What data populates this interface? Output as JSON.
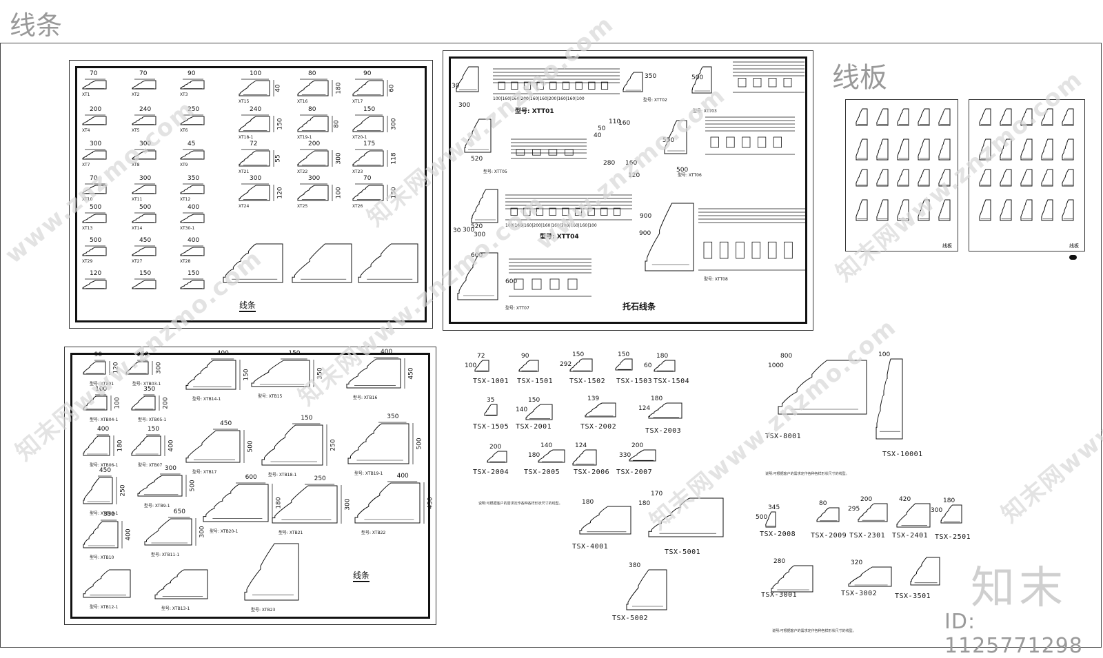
{
  "header": {
    "title": "线条"
  },
  "panel_a": {
    "section_label": "线条",
    "dims": [
      "70",
      "70",
      "90",
      "100",
      "40",
      "80",
      "180",
      "90",
      "60",
      "200",
      "240",
      "250",
      "240",
      "150",
      "80",
      "80",
      "150",
      "300",
      "300",
      "300",
      "45",
      "72",
      "55",
      "200",
      "300",
      "175",
      "118",
      "70",
      "300",
      "350",
      "300",
      "120",
      "300",
      "100",
      "70",
      "150",
      "500",
      "500",
      "400",
      "500",
      "450",
      "400",
      "120",
      "150",
      "150"
    ],
    "codes": [
      "XT1",
      "XT2",
      "XT3",
      "XT15",
      "XT16",
      "XT17",
      "XT4",
      "XT5",
      "XT6",
      "XT18-1",
      "XT19-1",
      "XT20-1",
      "XT7",
      "XT8",
      "XT9",
      "XT21",
      "XT22",
      "XT23",
      "XT10",
      "XT11",
      "XT12",
      "XT24",
      "XT25",
      "XT26",
      "XT13",
      "XT14",
      "XT30-1",
      "XT29",
      "XT27",
      "XT28"
    ]
  },
  "panel_b": {
    "section_label": "托石线条",
    "xtt01": "型号: XTT01",
    "xtt04": "型号: XTT04",
    "codes": [
      "型号: XTT02",
      "型号: XTT03",
      "型号: XTT05",
      "型号: XTT06",
      "型号: XTT07",
      "型号: XTT08"
    ],
    "dims_top": "100|160|160|200|160|160|200|160|160|100",
    "dims_mid": "100|160|160|200|160|160|200|160|160|100",
    "dims": [
      "350",
      "500",
      "550",
      "900",
      "600",
      "600",
      "900",
      "520",
      "500",
      "160",
      "280",
      "160",
      "120",
      "110",
      "50",
      "40",
      "30",
      "300",
      "300",
      "30",
      "520",
      "300"
    ]
  },
  "panel_c": {
    "title": "线板",
    "footer_left": "线板",
    "footer_right": "线板"
  },
  "panel_d": {
    "section_label": "线条",
    "codes": [
      "型号: XT801",
      "型号: XTB03-1",
      "型号: XTB14-1",
      "型号: XTB15",
      "型号: XTB16",
      "型号: XTB04-1",
      "型号: XTB05-1",
      "型号: XTB06-1",
      "型号: XTB07",
      "型号: XTB17",
      "型号: XTB18-1",
      "型号: XTB19-1",
      "型号: XTB08-1",
      "型号: XTB9-1",
      "型号: XTB20-1",
      "型号: XTB21",
      "型号: XTB22",
      "型号: XTB10",
      "型号: XTB11-1",
      "型号: XTB12-1",
      "型号: XTB13-1",
      "型号: XTB23"
    ],
    "dims": [
      "90",
      "120",
      "250",
      "300",
      "400",
      "150",
      "150",
      "350",
      "400",
      "450",
      "100",
      "100",
      "350",
      "200",
      "400",
      "180",
      "150",
      "400",
      "450",
      "500",
      "150",
      "250",
      "350",
      "500",
      "450",
      "250",
      "300",
      "500",
      "600",
      "180",
      "250",
      "300",
      "400",
      "450",
      "350",
      "400",
      "650",
      "300"
    ]
  },
  "tsx": {
    "labels": [
      "TSX-1001",
      "TSX-1501",
      "TSX-1502",
      "TSX-1503",
      "TSX-1504",
      "TSX-1505",
      "TSX-2001",
      "TSX-2002",
      "TSX-2003",
      "TSX-2004",
      "TSX-2005",
      "TSX-2006",
      "TSX-2007",
      "TSX-4001",
      "TSX-5001",
      "TSX-5002",
      "TSX-8001",
      "TSX-10001",
      "TSX-2008",
      "TSX-2009",
      "TSX-2301",
      "TSX-2401",
      "TSX-2501",
      "TSX-3001",
      "TSX-3002",
      "TSX-3501"
    ],
    "dims": [
      "72",
      "100",
      "90",
      "150",
      "292",
      "150",
      "180",
      "60",
      "35",
      "150",
      "140",
      "139",
      "180",
      "124",
      "200",
      "140",
      "180",
      "124",
      "200",
      "330",
      "180",
      "170",
      "180",
      "380",
      "800",
      "1000",
      "100",
      "345",
      "500",
      "80",
      "200",
      "295",
      "420",
      "180",
      "300",
      "280",
      "320"
    ],
    "note": "说明:可根据客户的需求定作各种各样形状尺寸的线型。"
  },
  "brand": {
    "logo": "知末",
    "id": "ID: 1125771298"
  },
  "watermarks": [
    "www.znzmo.com",
    "知末网www.znzmo.com",
    "知末网www.znzmo.com",
    "知末网www.znzmo.com",
    "www.znzmo.com",
    "知末网www.znzmo.com",
    "知末网www.znzmo.com",
    "知末网www.znzmo.com"
  ]
}
